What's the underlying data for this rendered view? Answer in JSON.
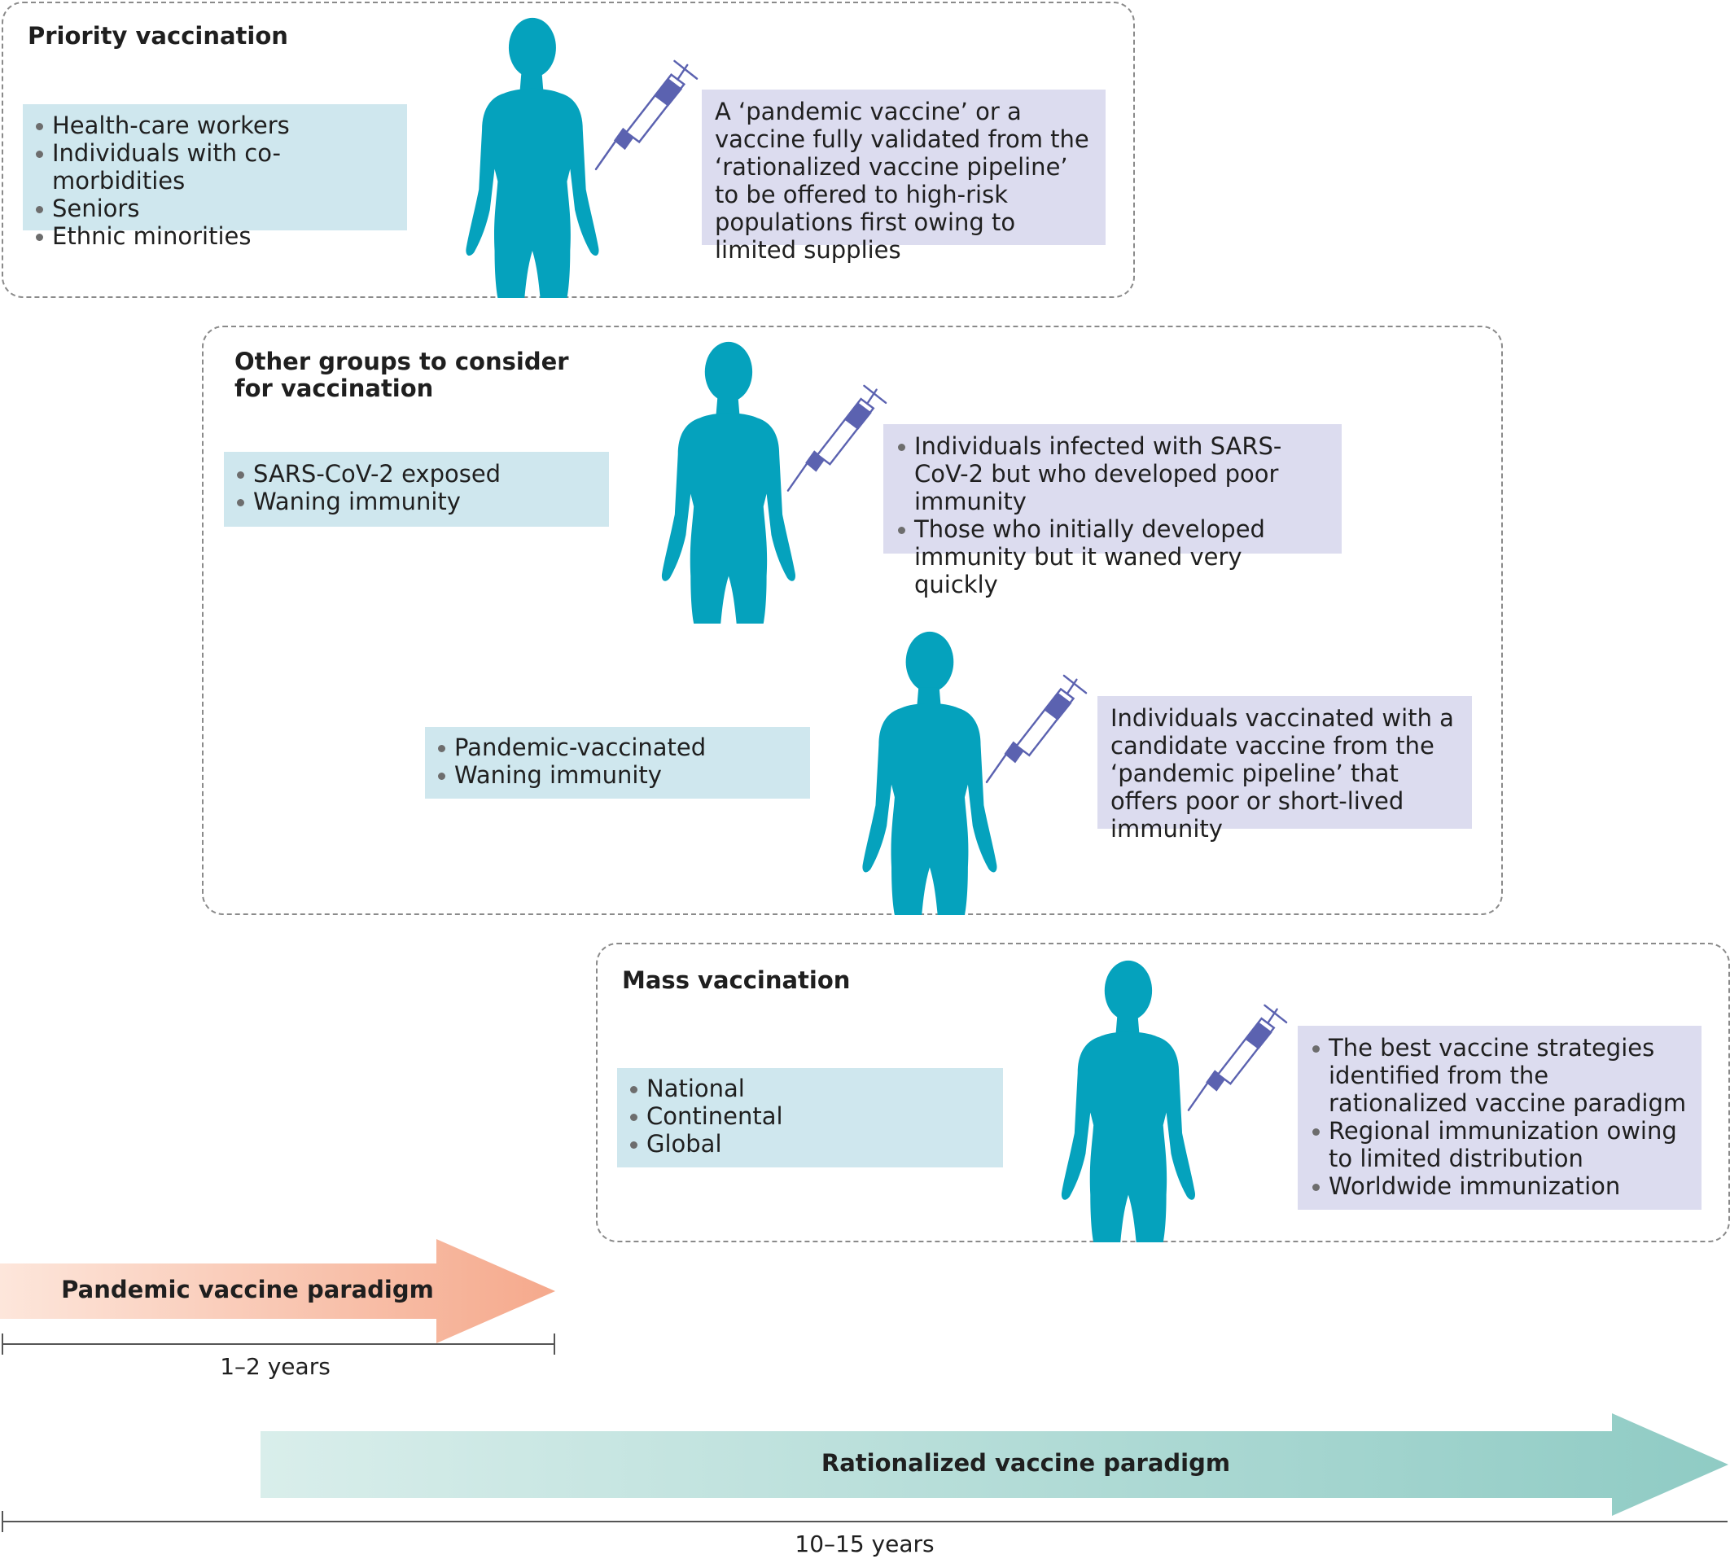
{
  "panels": {
    "priority": {
      "title": "Priority vaccination",
      "groups": [
        "Health-care workers",
        "Individuals with co-morbidities",
        "Seniors",
        "Ethnic minorities"
      ],
      "note": "A ‘pandemic vaccine’ or a vaccine fully validated from the ‘rationalized vaccine pipeline’ to be offered to high-risk populations first owing to limited supplies"
    },
    "other": {
      "title": "Other groups to consider\nfor vaccination",
      "groups_a": [
        "SARS-CoV-2 exposed",
        "Waning immunity"
      ],
      "note_a": [
        "Individuals infected with SARS-CoV-2 but who developed poor immunity",
        "Those who initially developed immunity but it waned very quickly"
      ],
      "groups_b": [
        "Pandemic-vaccinated",
        "Waning immunity"
      ],
      "note_b": "Individuals vaccinated with a candidate vaccine from the ‘pandemic pipeline’ that offers poor or short-lived immunity"
    },
    "mass": {
      "title": "Mass vaccination",
      "groups": [
        "National",
        "Continental",
        "Global"
      ],
      "notes": [
        "The best vaccine strategies identified from the rationalized vaccine paradigm",
        "Regional immunization owing to limited distribution",
        "Worldwide immunization"
      ]
    }
  },
  "paradigms": {
    "pandemic": {
      "label": "Pandemic vaccine paradigm",
      "duration": "1–2 years"
    },
    "rationalized": {
      "label": "Rationalized vaccine paradigm",
      "duration": "10–15 years"
    }
  },
  "colors": {
    "figure": "#05a2bd",
    "syringe": "#5b62b0",
    "blue_box": "#cfe7ee",
    "lavender_box": "#dcdcef",
    "pandemic_arrow": "#f5a98c",
    "rationalized_arrow": "#8fcbc4"
  },
  "icons": [
    "person-icon",
    "syringe-icon"
  ]
}
